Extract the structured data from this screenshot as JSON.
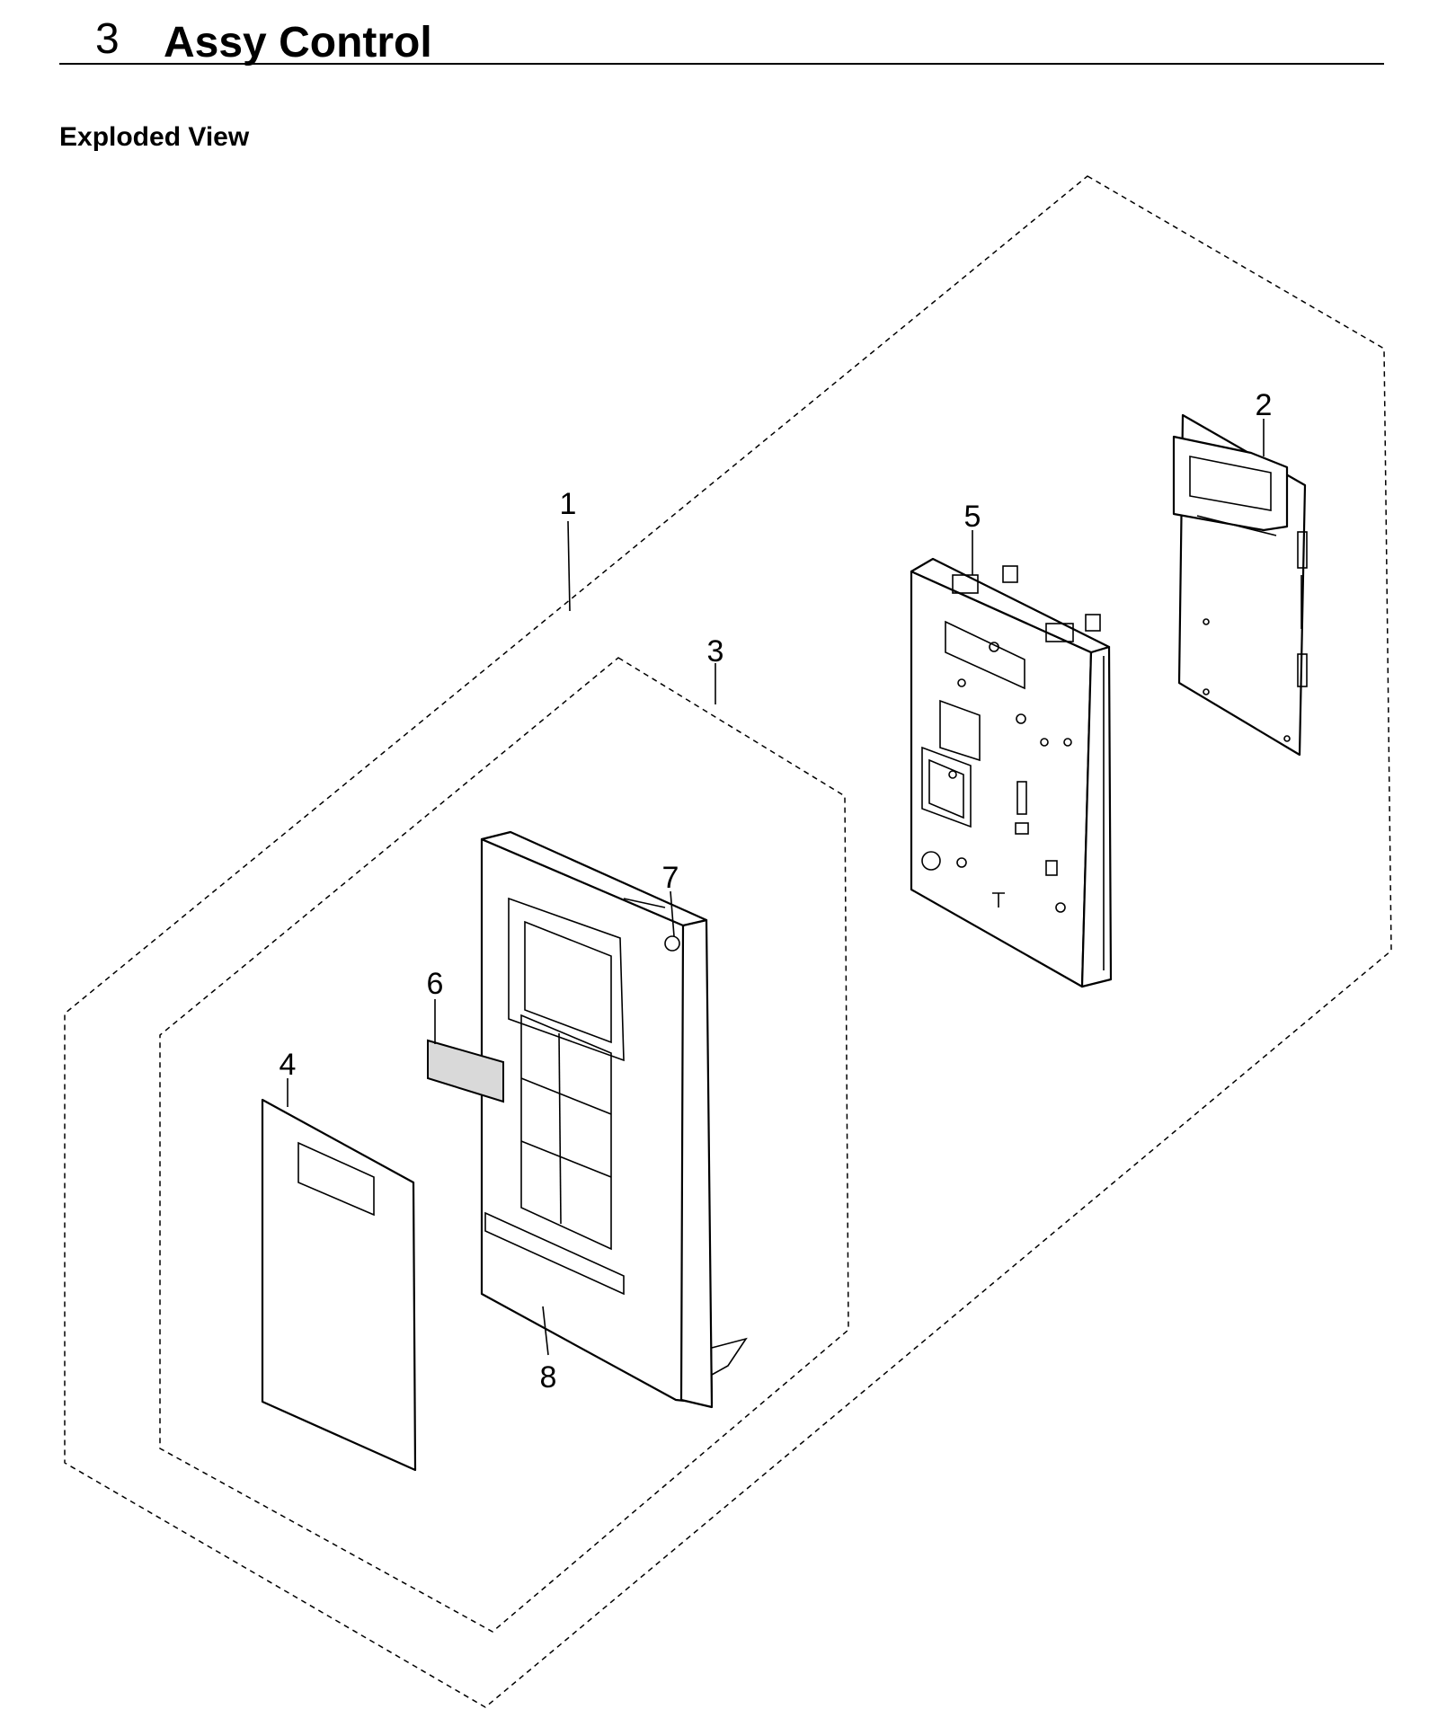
{
  "header": {
    "section_number": "3",
    "section_title": "Assy Control"
  },
  "view_title": "Exploded View",
  "callouts": [
    {
      "id": "1",
      "label": "1"
    },
    {
      "id": "2",
      "label": "2"
    },
    {
      "id": "3",
      "label": "3"
    },
    {
      "id": "4",
      "label": "4"
    },
    {
      "id": "5",
      "label": "5"
    },
    {
      "id": "6",
      "label": "6"
    },
    {
      "id": "7",
      "label": "7"
    },
    {
      "id": "8",
      "label": "8"
    }
  ]
}
